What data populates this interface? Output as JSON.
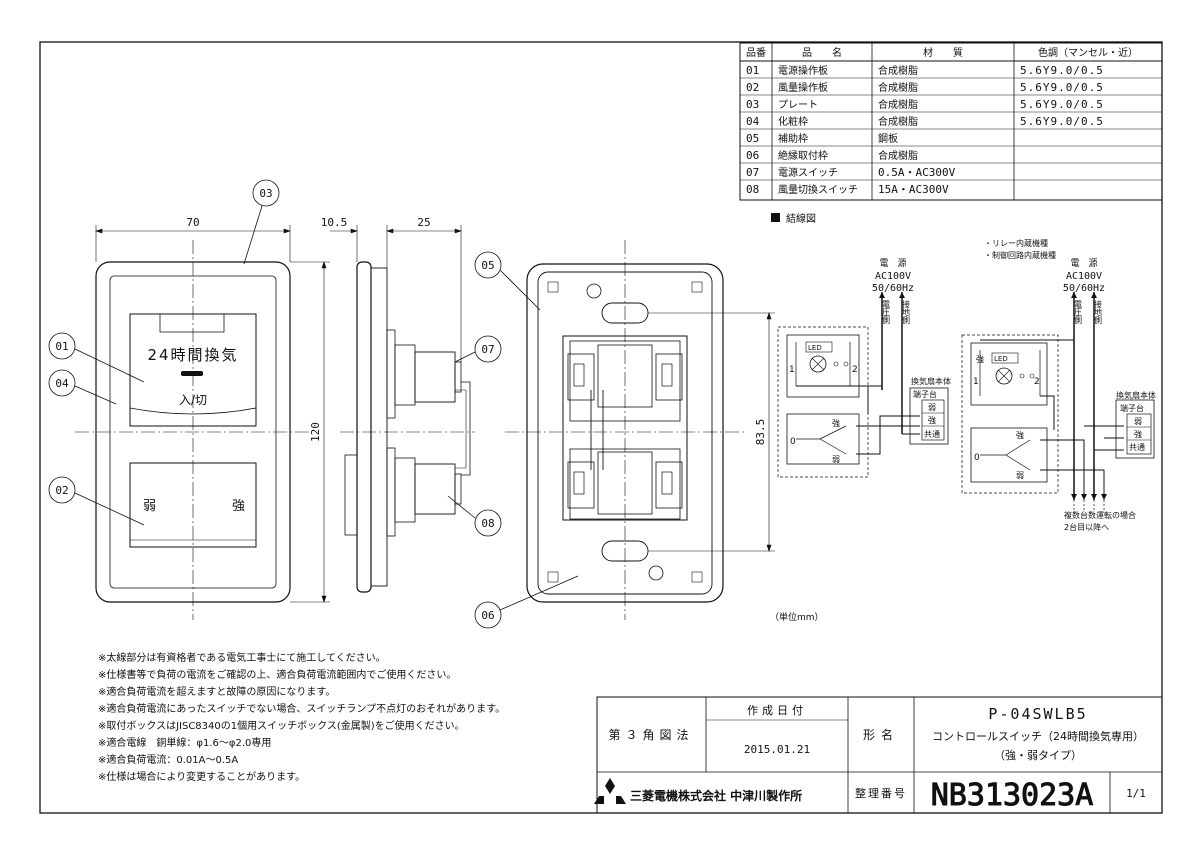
{
  "parts_table": {
    "headers": [
      "品番",
      "品　　名",
      "材　　質",
      "色調（マンセル・近）"
    ],
    "rows": [
      {
        "no": "01",
        "name": "電源操作板",
        "material": "合成樹脂",
        "color": "5.6Y9.0/0.5"
      },
      {
        "no": "02",
        "name": "風量操作板",
        "material": "合成樹脂",
        "color": "5.6Y9.0/0.5"
      },
      {
        "no": "03",
        "name": "プレート",
        "material": "合成樹脂",
        "color": "5.6Y9.0/0.5"
      },
      {
        "no": "04",
        "name": "化粧枠",
        "material": "合成樹脂",
        "color": "5.6Y9.0/0.5"
      },
      {
        "no": "05",
        "name": "補助枠",
        "material": "鋼板",
        "color": ""
      },
      {
        "no": "06",
        "name": "絶縁取付枠",
        "material": "合成樹脂",
        "color": ""
      },
      {
        "no": "07",
        "name": "電源スイッチ",
        "material": "0.5A・AC300V",
        "color": ""
      },
      {
        "no": "08",
        "name": "風量切換スイッチ",
        "material": "15A・AC300V",
        "color": ""
      }
    ]
  },
  "callouts": [
    "01",
    "02",
    "03",
    "04",
    "05",
    "06",
    "07",
    "08"
  ],
  "dimensions": {
    "width": "70",
    "depth1": "10.5",
    "depth2": "25",
    "height": "120",
    "pitch": "83.5"
  },
  "front_labels": {
    "power_switch": "24時間換気",
    "on_off": "入/切",
    "weak": "弱",
    "strong": "強"
  },
  "wiring": {
    "title": "結線図",
    "unit_note": "（単位mm）",
    "power": "電　源",
    "ac": "AC100V",
    "hz": "50/60Hz",
    "voltage_side": "電圧側",
    "ground_side": "接地側",
    "led": "LED",
    "strong": "強",
    "weak": "弱",
    "t1": "1",
    "t2": "2",
    "t0": "0",
    "fan_body": "換気扇本体",
    "terminal_block": "端子台",
    "common": "共通",
    "notes2": [
      "・リレー内蔵機種",
      "・制御回路内蔵機種"
    ],
    "multi_note": [
      "複数台数運転の場合",
      "2台目以降へ"
    ]
  },
  "notes": [
    "※太線部分は有資格者である電気工事士にて施工してください。",
    "※仕様書等で負荷の電流をご確認の上、適合負荷電流範囲内でご使用ください。",
    "※適合負荷電流を超えますと故障の原因になります。",
    "※適合負荷電流にあったスイッチでない場合、スイッチランプ不点灯のおそれがあります。",
    "※取付ボックスはJISC8340の1個用スイッチボックス(金属製)をご使用ください。",
    "※適合電線　銅単線：φ1.6～φ2.0専用",
    "※適合負荷電流：0.01A～0.5A",
    "※仕様は場合により変更することがあります。"
  ],
  "title_block": {
    "projection": "第３角図法",
    "date_label": "作成日付",
    "date": "2015.01.21",
    "model_label": "形名",
    "model": "P-04SWLB5",
    "desc1": "コントロールスイッチ（24時間換気専用）",
    "desc2": "（強・弱タイプ）",
    "company": "三菱電機株式会社 中津川製作所",
    "ref_label": "整理番号",
    "ref": "NB313023A",
    "sheet": "1/1"
  }
}
